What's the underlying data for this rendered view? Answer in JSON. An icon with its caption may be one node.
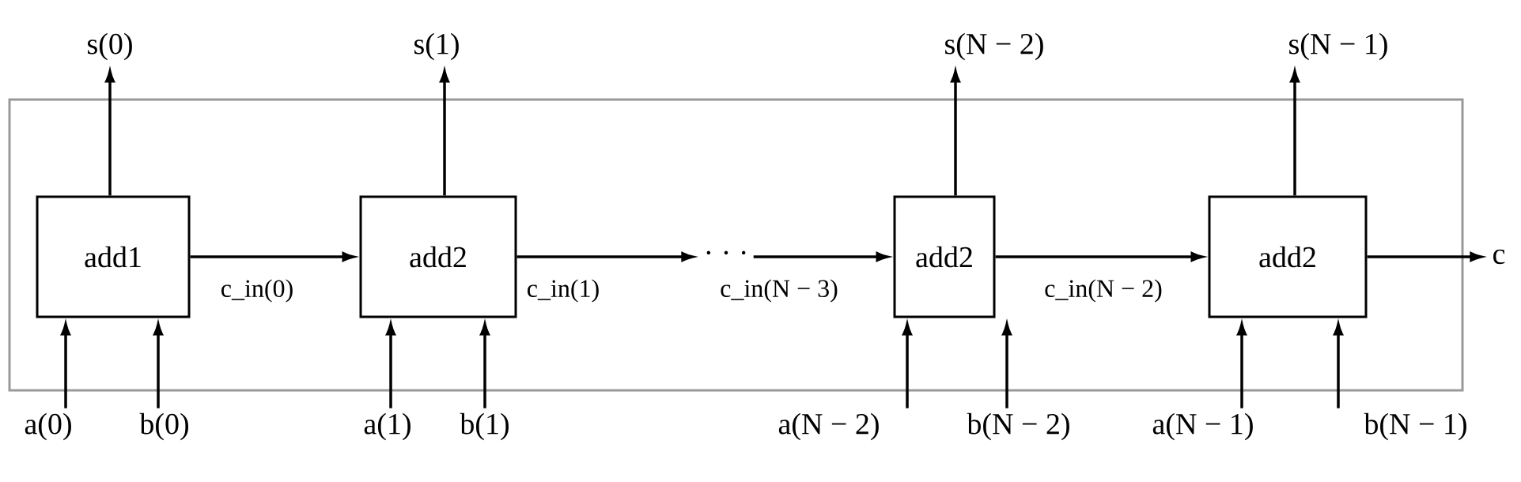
{
  "diagram": {
    "nodes": [
      {
        "text": [],
        "shape": "box"
      },
      {
        "text": [
          "add1"
        ],
        "in": 0
      },
      {
        "text": [
          "add2"
        ],
        "in": 0
      },
      {
        "text": [
          "· · ·"
        ],
        "in": 0
      },
      {
        "text": [
          "add2"
        ],
        "in": 0
      },
      {
        "text": [
          "add2"
        ],
        "in": 0
      },
      {
        "text": [
          "s(0)"
        ]
      },
      {
        "text": [
          "s(1)"
        ]
      },
      {
        "text": [
          "s(N − 2)"
        ]
      },
      {
        "text": [
          "s(N − 1)"
        ]
      },
      {
        "text": [
          "a(0)"
        ]
      },
      {
        "text": [
          "b(0)"
        ]
      },
      {
        "text": [
          "a(1)"
        ]
      },
      {
        "text": [
          "b(1)"
        ]
      },
      {
        "text": [
          "a(N − 2)"
        ]
      },
      {
        "text": [
          "b(N − 2)"
        ]
      },
      {
        "text": [
          "a(N − 1)"
        ]
      },
      {
        "text": [
          "b(N − 1)"
        ]
      },
      {
        "text": [
          "c"
        ]
      }
    ],
    "edges": [
      {
        "from": 1,
        "to": 6,
        "arrow": "to"
      },
      {
        "from": 2,
        "to": 7,
        "arrow": "to"
      },
      {
        "from": 4,
        "to": 8,
        "arrow": "to"
      },
      {
        "from": 5,
        "to": 9,
        "arrow": "to"
      },
      {
        "from": 10,
        "to": 1,
        "arrow": "to"
      },
      {
        "from": 11,
        "to": 1,
        "arrow": "to"
      },
      {
        "from": 12,
        "to": 2,
        "arrow": "to"
      },
      {
        "from": 13,
        "to": 2,
        "arrow": "to"
      },
      {
        "from": 14,
        "to": 4,
        "arrow": "to"
      },
      {
        "from": 15,
        "to": 4,
        "arrow": "to"
      },
      {
        "from": 16,
        "to": 5,
        "arrow": "to"
      },
      {
        "from": 17,
        "to": 5,
        "arrow": "to"
      },
      {
        "from": 1,
        "to": 2,
        "arrow": "to",
        "label": "c_in(0)"
      },
      {
        "from": 2,
        "to": 3,
        "arrow": "to",
        "label": "c_in(1)"
      },
      {
        "from": 3,
        "to": 4,
        "arrow": "to",
        "label": "c_in(N − 3)"
      },
      {
        "from": 4,
        "to": 5,
        "arrow": "to",
        "label": "c_in(N − 2)"
      },
      {
        "from": 5,
        "to": 18,
        "arrow": "to"
      }
    ]
  }
}
